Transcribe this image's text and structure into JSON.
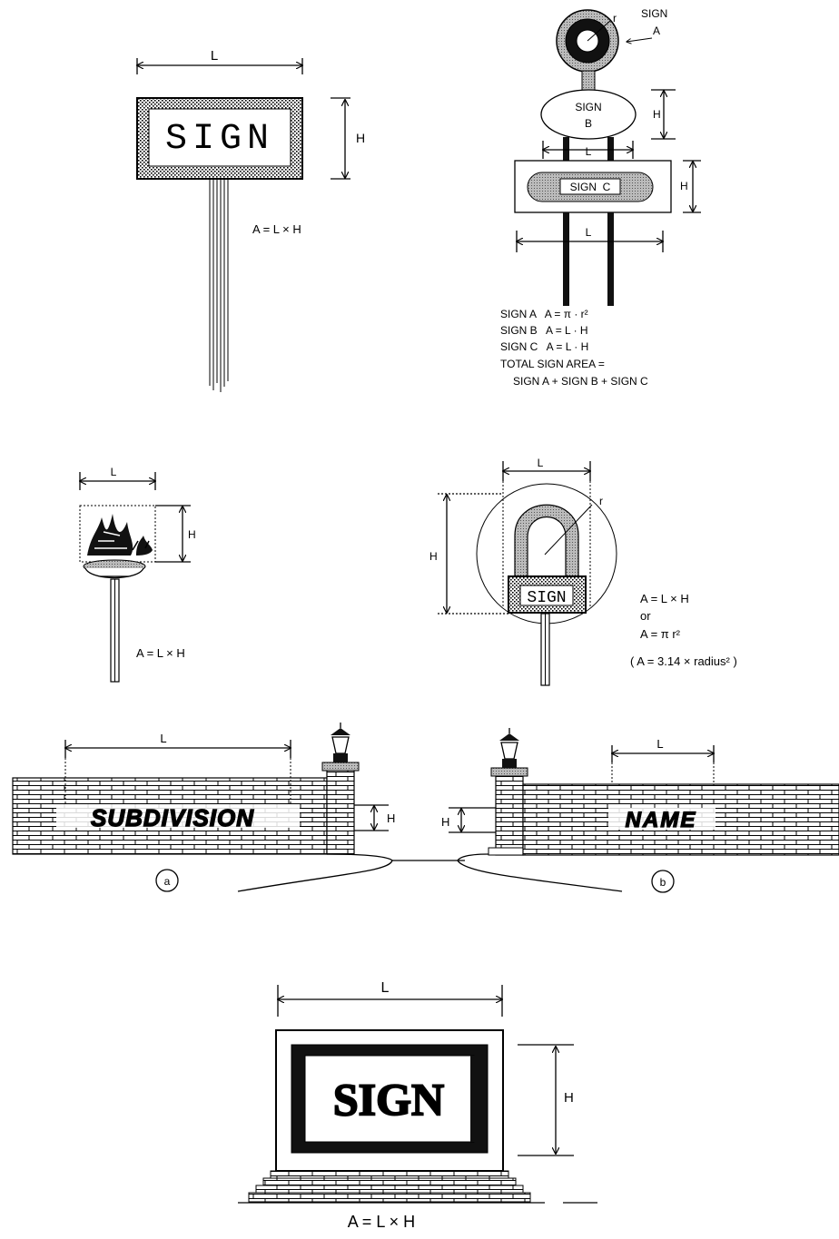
{
  "panel1": {
    "dim_l": "L",
    "dim_h": "H",
    "sign_text": "SIGN",
    "formula": "A = L × H"
  },
  "panel2": {
    "sign_a_label_line1": "SIGN",
    "sign_a_label_line2": "A",
    "radius": "r",
    "sign_b_line1": "SIGN",
    "sign_b_line2": "B",
    "sign_c": "SIGN  C",
    "dim_l_top": "L",
    "dim_l_bottom": "L",
    "dim_h_b": "H",
    "dim_h_c": "H",
    "formulas": [
      "SIGN A   A = π · r²",
      "SIGN B   A = L · H",
      "SIGN C   A = L · H",
      "TOTAL SIGN AREA =",
      "SIGN A + SIGN B + SIGN C"
    ]
  },
  "panel3": {
    "dim_l": "L",
    "dim_h": "H",
    "formula": "A = L × H"
  },
  "panel4": {
    "dim_l": "L",
    "dim_h": "H",
    "radius": "r",
    "sign_text": "SIGN",
    "formula_1": "A = L × H",
    "formula_or": "or",
    "formula_2": "A = π r²",
    "formula_3": "( A = 3.14 × radius² )"
  },
  "panel5": {
    "dim_l_left": "L",
    "dim_h_left": "H",
    "wall_text_left": "SUBDIVISION",
    "label_a": "a",
    "dim_l_right": "L",
    "dim_h_right": "H",
    "wall_text_right": "NAME",
    "label_b": "b"
  },
  "panel6": {
    "dim_l": "L",
    "dim_h": "H",
    "sign_text": "SIGN",
    "formula": "A = L × H"
  }
}
